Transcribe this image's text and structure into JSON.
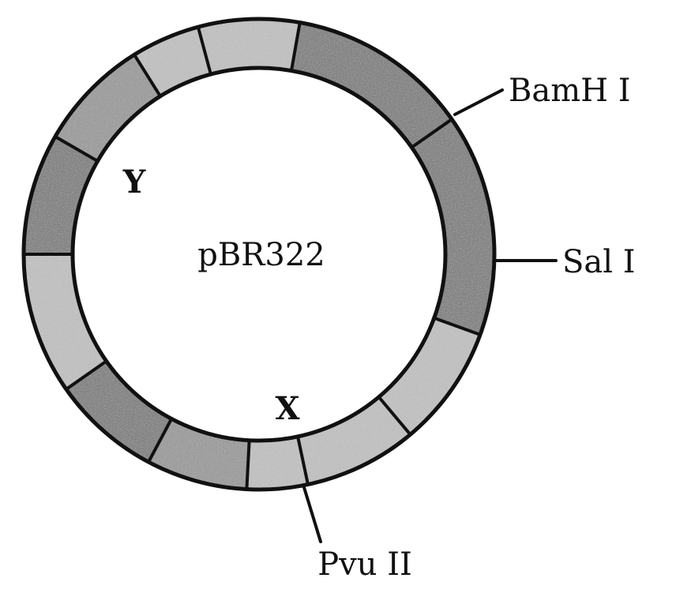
{
  "plasmid": {
    "name": "pBR322"
  },
  "markers": {
    "x": "X",
    "y": "Y"
  },
  "restriction_sites": {
    "bamhi": "BamH I",
    "sali": "Sal I",
    "pvuii": "Pvu II"
  },
  "colors": {
    "ring_outline": "#111111",
    "segment_dark": "#7d7d7d",
    "segment_medium": "#9a9a9a",
    "segment_light": "#c2c2c2",
    "background": "#ffffff"
  }
}
